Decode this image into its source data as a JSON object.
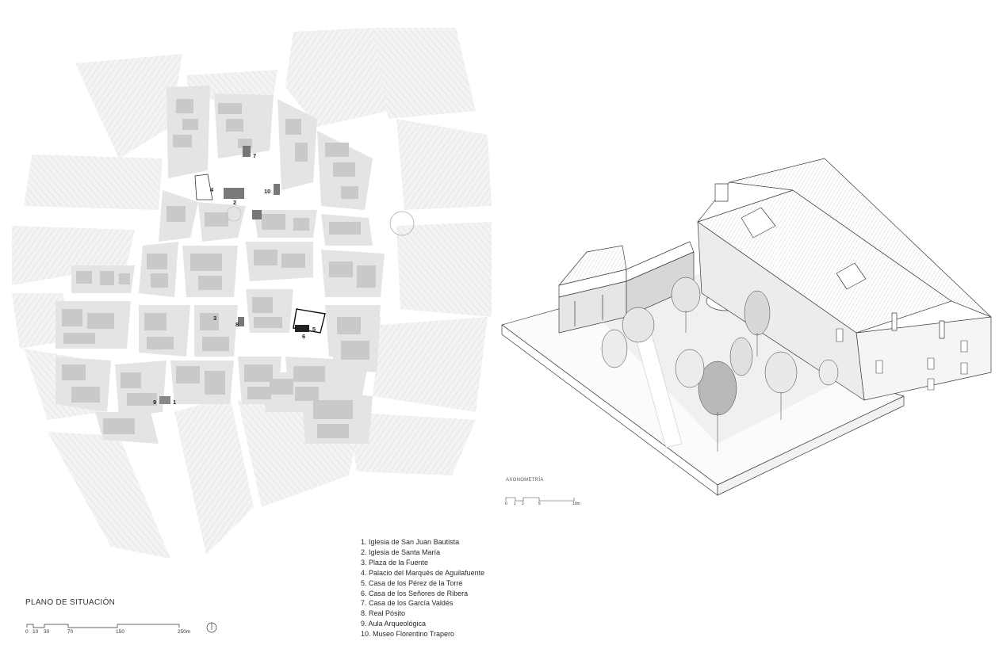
{
  "plan": {
    "title": "PLANO DE SITUACIÓN",
    "markers": [
      "1",
      "2",
      "3",
      "4",
      "5",
      "6",
      "7",
      "8",
      "9",
      "10"
    ],
    "scale_labels": [
      "0",
      "10",
      "30",
      "70",
      "150",
      "250m"
    ]
  },
  "axonometry": {
    "title": "AXONOMETRÍA",
    "scale_labels": [
      "0",
      "1",
      "2",
      "5",
      "10m"
    ]
  },
  "legend": [
    "1. Iglesia de San Juan Bautista",
    "2. Iglesia de Santa María",
    "3. Plaza de la Fuente",
    "4. Palacio del Marqués de Aguilafuente",
    "5. Casa de los Pérez de la Torre",
    "6. Casa de los Señores de Ribera",
    "7. Casa de los García Valdés",
    "8. Real Pósito",
    "9. Aula Arqueológica",
    "10. Museo Florentino Trapero"
  ],
  "colors": {
    "background": "#ffffff",
    "street": "#ffffff",
    "block": "#e4e4e4",
    "building": "#c9c9c9",
    "fields": "#ededed",
    "highlight": "#555555",
    "line": "#333333"
  }
}
